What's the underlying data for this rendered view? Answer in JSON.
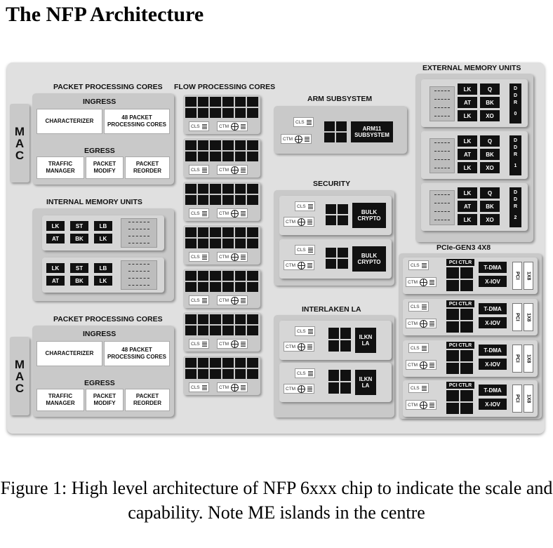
{
  "title": "The NFP Architecture",
  "labels": {
    "ppc": "PACKET PROCESSING CORES",
    "fpc": "FLOW PROCESSING CORES",
    "arm": "ARM SUBSYSTEM",
    "ext_mem": "EXTERNAL MEMORY UNITS",
    "int_mem": "INTERNAL MEMORY UNITS",
    "security": "SECURITY",
    "pcie": "PCIe-GEN3 4X8",
    "interlaken": "INTERLAKEN LA",
    "ingress": "INGRESS",
    "egress": "EGRESS",
    "characterizer": "CHARACTERIZER",
    "packet_cores": "48 PACKET PROCESSING CORES",
    "traffic_manager": "TRAFFIC MANAGER",
    "packet_modify": "PACKET MODIFY",
    "packet_reorder": "PACKET REORDER",
    "mac": [
      "M",
      "A",
      "C"
    ],
    "cls": "CLS",
    "ctm": "CTM",
    "arm11": "ARM11 SUBSYSTEM",
    "bulk_crypto": "BULK CRYPTO",
    "ilkn": "ILKN LA",
    "pci_ctlr": "PCI CTLR",
    "tdma": "T-DMA",
    "xiov": "X-IOV",
    "pci": "PCI",
    "x8": "1X8",
    "lk": "LK",
    "q": "Q",
    "at": "AT",
    "bk": "BK",
    "xo": "XO",
    "st": "ST",
    "lb": "LB",
    "ddr": [
      "D",
      "D",
      "R"
    ],
    "ddr_idx": [
      "0",
      "1",
      "2"
    ]
  },
  "caption": "Figure 1: High level architecture of NFP 6xxx chip to indicate the scale and capability. Note ME islands in the centre"
}
